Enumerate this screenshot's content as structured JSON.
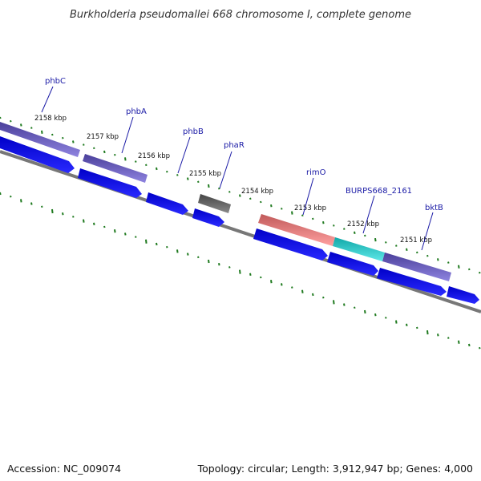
{
  "title": "Burkholderia pseudomallei 668 chromosome I, complete genome",
  "footer": {
    "accession": "Accession: NC_009074",
    "topology": "Topology: circular; Length: 3,912,947 bp; Genes: 4,000"
  },
  "colors": {
    "cds": "#0000ee",
    "phb": "#6a5acd",
    "phaR": "#5a5a5a",
    "rimO": "#e87878",
    "burps": "#20c8c8",
    "backbone": "#808080",
    "gc_ticks": "#1f7a1f",
    "label_line": "#1a1aa6"
  },
  "tick_labels": [
    "2158 kbp",
    "2157 kbp",
    "2156 kbp",
    "2155 kbp",
    "2154 kbp",
    "2153 kbp",
    "2152 kbp",
    "2151 kbp"
  ],
  "gene_labels": [
    "phbC",
    "phbA",
    "phbB",
    "phaR",
    "rimO",
    "BURPS668_2161",
    "bktB"
  ]
}
